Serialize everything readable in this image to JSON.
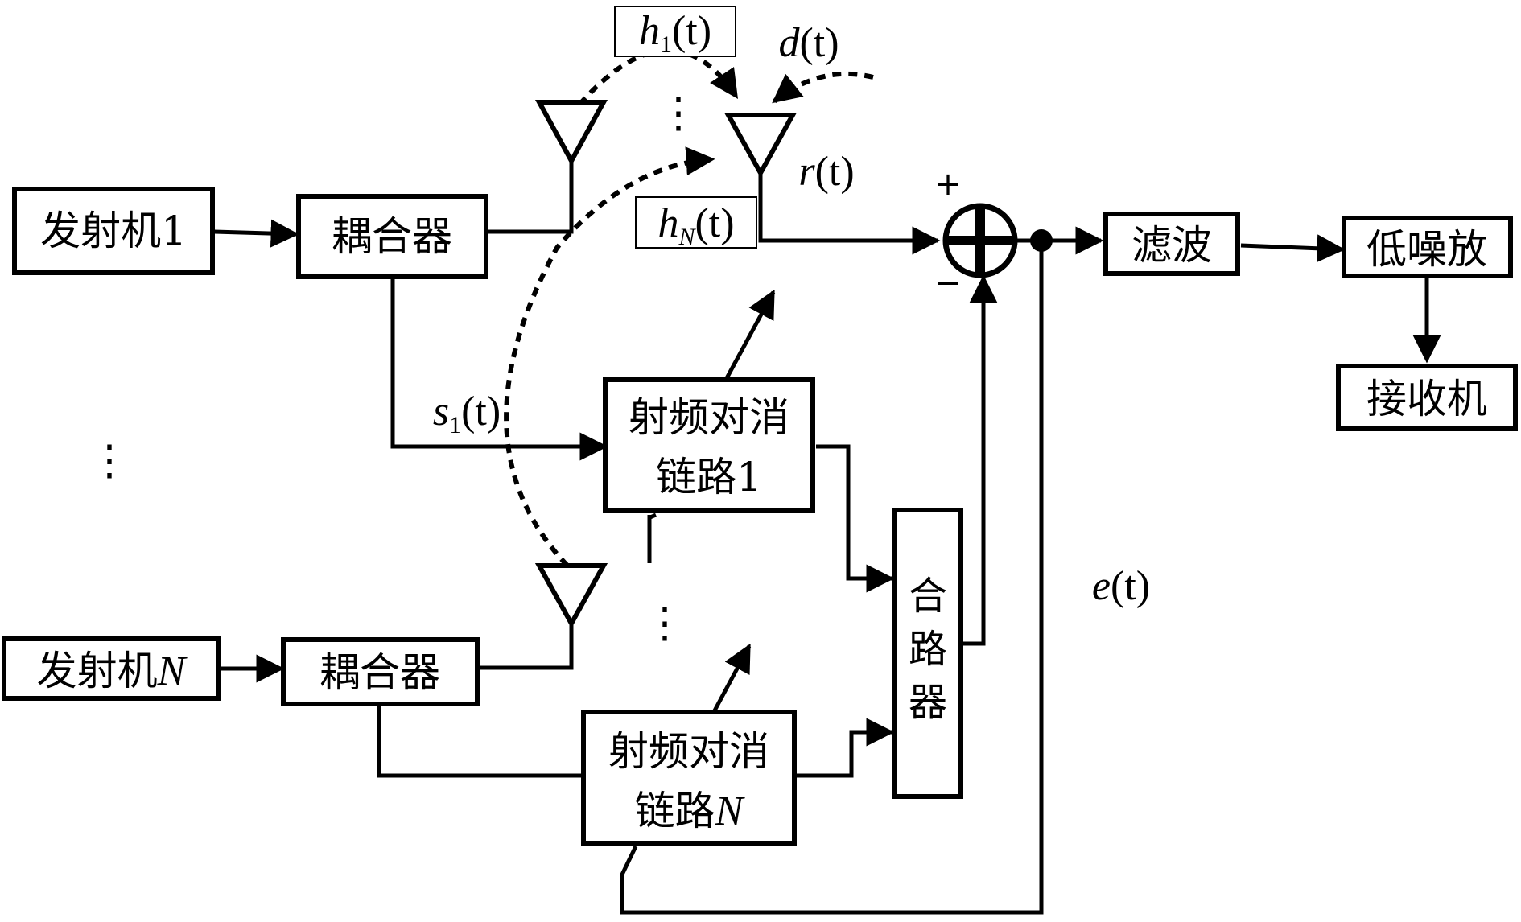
{
  "blocks": {
    "transmitter_1": "发射机1",
    "transmitter_n_prefix": "发射机",
    "transmitter_n_var": "N",
    "coupler_1": "耦合器",
    "coupler_n": "耦合器",
    "rf_chain_1_line1": "射频对消",
    "rf_chain_1_line2": "链路1",
    "rf_chain_n_line1": "射频对消",
    "rf_chain_n_line2_prefix": "链路",
    "rf_chain_n_line2_var": "N",
    "combiner_chars": [
      "合",
      "路",
      "器"
    ],
    "filter": "滤波",
    "lna": "低噪放",
    "receiver": "接收机"
  },
  "signals": {
    "h1": {
      "var": "h",
      "sub": "1",
      "arg": "(t)"
    },
    "hN": {
      "var": "h",
      "sub": "N",
      "arg": "(t)"
    },
    "d": {
      "var": "d",
      "arg": "(t)"
    },
    "r": {
      "var": "r",
      "arg": "(t)"
    },
    "s1": {
      "var": "s",
      "sub": "1",
      "arg": "(t)"
    },
    "e": {
      "var": "e",
      "arg": "(t)"
    }
  },
  "signs": {
    "plus": "+",
    "minus": "−"
  },
  "ellipsis": "⋮"
}
